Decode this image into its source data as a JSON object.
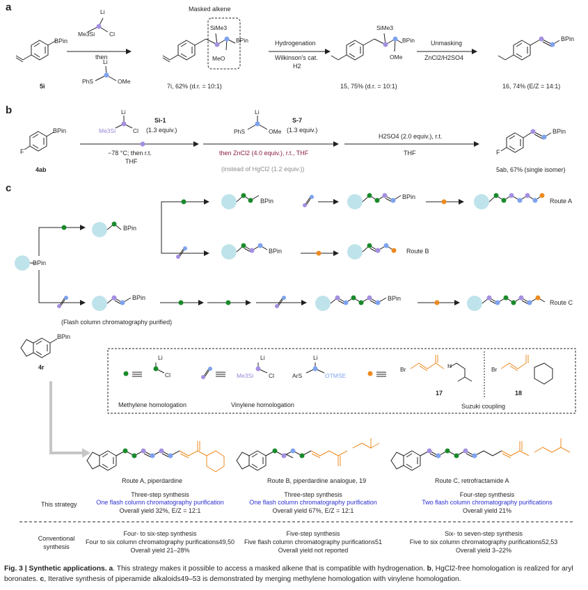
{
  "colors": {
    "green": "#1a8a2b",
    "purple": "#a48fe0",
    "blue": "#7ea3ee",
    "orange": "#ee8a1f",
    "grey_circle": "#bfe3eb",
    "grey_arrow": "#c6c6c6"
  },
  "panel_a": {
    "label": "a",
    "masked_alkene": "Masked alkene",
    "reagent_top": {
      "li": "Li",
      "tms": "Me3Si",
      "cl": "Cl"
    },
    "then": "then",
    "reagent_bottom": {
      "li": "Li",
      "phs": "PhS",
      "ome": "OMe"
    },
    "sm_bpin": "BPin",
    "sm_label": "5i",
    "p1_sime3": "SiMe3",
    "p1_bpin": "BPin",
    "p1_meo": "MeO",
    "p1_label": "7i, 62% (d.r. = 10:1)",
    "step2_top": "Hydrogenation",
    "step2_mid": "Wilkinson's cat.",
    "step2_bot": "H2",
    "p2_sime3": "SiMe3",
    "p2_bpin": "BPin",
    "p2_ome": "OMe",
    "p2_label": "15, 75% (d.r. = 10:1)",
    "step3_top": "Unmasking",
    "step3_bot": "ZnCl2/H2SO4",
    "p3_bpin": "BPin",
    "p3_label": "16, 74% (E/Z = 14:1)"
  },
  "panel_b": {
    "label": "b",
    "sm_bpin": "BPin",
    "sm_f": "F",
    "sm_label": "4ab",
    "r1_name": "Si-1",
    "r1_li": "Li",
    "r1_tms": "Me3Si",
    "r1_cl": "Cl",
    "r1_equiv": "(1.3 equiv.)",
    "r1_cond1": "−78 °C; then r.t.",
    "r1_cond2": "THF",
    "r2_name": "S-7",
    "r2_li": "Li",
    "r2_phs": "PhS",
    "r2_ome": "OMe",
    "r2_equiv": "(1.3 equiv.)",
    "r2_cond1": "then ZnCl2 (4.0 equiv.), r.t., THF",
    "r2_cond2": "(instead of HgCl2 (1.2 equiv.))",
    "r3_cond1": "H2SO4 (2.0 equiv.), r.t.",
    "r3_cond2": "THF",
    "p_bpin": "BPin",
    "p_f": "F",
    "p_label": "5ab, 67% (single isomer)"
  },
  "panel_c": {
    "label": "c",
    "start_bpin": "BPin",
    "bpin": "BPin",
    "route_a": "Route A",
    "route_b": "Route B",
    "route_c": "Route C",
    "flash": "(Flash column chromatography purified)",
    "sm_bpin": "BPin",
    "sm_label": "4r",
    "legend_li": "Li",
    "legend_cl": "Cl",
    "legend_tms": "Me3Si",
    "legend_ars": "ArS",
    "legend_otmse": "OTMSE",
    "legend_br1": "Br",
    "legend_br2": "Br",
    "legend_h": "H",
    "legend_17": "17",
    "legend_18": "18",
    "legend_methylene": "Methylene homologation",
    "legend_vinylene": "Vinylene homologation",
    "legend_suzuki": "Suzuki coupling",
    "prod_a": "Route A, piperdardine",
    "prod_b": "Route B, piperdardine analogue, 19",
    "prod_c": "Route C, retrofractamide A",
    "this_strategy": "This strategy",
    "a_steps": "Three-step synthesis",
    "a_purif": "One flash column chromatography purification",
    "a_yield": "Overall yield 32%, E/Z = 12:1",
    "b_steps": "Three-step synthesis",
    "b_purif": "One flash column chromatography purification",
    "b_yield": "Overall yield 67%, E/Z = 12:1",
    "c_steps": "Four-step synthesis",
    "c_purif": "Two flash column chromatography purifications",
    "c_yield": "Overall yield 21%",
    "conventional": "Conventional",
    "synthesis": "synthesis",
    "ca_steps": "Four- to six-step synthesis",
    "ca_purif": "Four to six column chromatography purifications49,50",
    "ca_yield": "Overall yield 21–28%",
    "cb_steps": "Five-step synthesis",
    "cb_purif": "Five flash column chromatography purifications51",
    "cb_yield": "Overall yield not reported",
    "cc_steps": "Six- to seven-step synthesis",
    "cc_purif": "Five to six column chromatography purifications52,53",
    "cc_yield": "Overall yield 3–22%"
  },
  "caption": {
    "fig": "Fig. 3 | Synthetic applications.",
    "a": "a",
    "a_text": ". This strategy makes it possible to access a masked alkene that is compatible with hydrogenation.",
    "b": "b",
    "b_text": ", HgCl2-free homologation is realized for aryl boronates.",
    "c": "c",
    "c_text": ", Iterative synthesis of piperamide alkaloids49–53 is demonstrated by merging methylene homologation with vinylene homologation."
  }
}
